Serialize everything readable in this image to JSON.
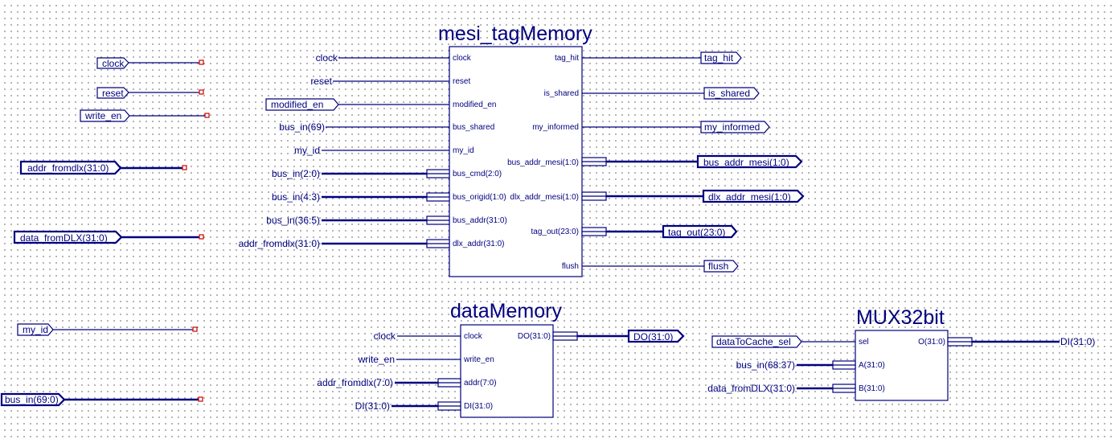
{
  "colors": {
    "wire": "#00007f",
    "terminator": "#cc0000",
    "background": "#ffffff",
    "grid_dot": "#555555"
  },
  "left_ports": [
    {
      "label": "clock"
    },
    {
      "label": "reset"
    },
    {
      "label": "write_en"
    },
    {
      "label": "addr_fromdlx(31:0)"
    },
    {
      "label": "data_fromDLX(31:0)"
    },
    {
      "label": "my_id"
    },
    {
      "label": "bus_in(69:0)"
    }
  ],
  "tag_memory": {
    "title": "mesi_tagMemory",
    "in_nets": [
      "clock",
      "reset",
      "modified_en",
      "bus_in(69)",
      "my_id",
      "bus_in(2:0)",
      "bus_in(4:3)",
      "bus_in(36:5)",
      "addr_fromdlx(31:0)"
    ],
    "in_pins": [
      "clock",
      "reset",
      "modified_en",
      "bus_shared",
      "my_id",
      "bus_cmd(2:0)",
      "bus_origid(1:0)",
      "bus_addr(31:0)",
      "dlx_addr(31:0)"
    ],
    "out_pins": [
      "tag_hit",
      "is_shared",
      "my_informed",
      "bus_addr_mesi(1:0)",
      "dlx_addr_mesi(1:0)",
      "tag_out(23:0)",
      "flush"
    ],
    "out_ports": [
      "tag_hit",
      "is_shared",
      "my_informed",
      "bus_addr_mesi(1:0)",
      "dlx_addr_mesi(1:0)",
      "tag_out(23:0)",
      "flush"
    ]
  },
  "data_memory": {
    "title": "dataMemory",
    "in_nets": [
      "clock",
      "write_en",
      "addr_fromdlx(7:0)",
      "DI(31:0)"
    ],
    "in_pins": [
      "clock",
      "write_en",
      "addr(7:0)",
      "DI(31:0)"
    ],
    "out_pin": "DO(31:0)",
    "out_port": "DO(31:0)"
  },
  "mux": {
    "title": "MUX32bit",
    "sel_port": "dataToCache_sel",
    "in_nets": [
      "bus_in(68:37)",
      "data_fromDLX(31:0)"
    ],
    "in_pins": [
      "sel",
      "A(31:0)",
      "B(31:0)"
    ],
    "out_pin": "O(31:0)",
    "out_net": "DI(31:0)"
  }
}
